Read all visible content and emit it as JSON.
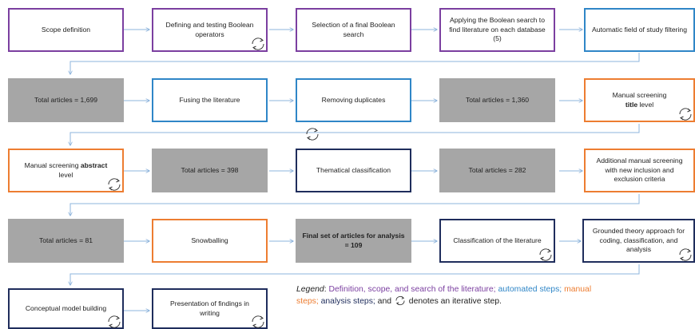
{
  "colors": {
    "definition": "#7b3fa0",
    "automated": "#2f86c7",
    "manual": "#ed7d31",
    "analysis": "#1f2d5c",
    "total": "#a6a6a6",
    "arrow": "#8eb4dc"
  },
  "steps": {
    "scope_definition": "Scope definition",
    "defining_boolean": "Defining and testing Boolean operators",
    "final_boolean": "Selection of a final Boolean search",
    "applying_boolean": "Applying the Boolean search to find literature on each database (5)",
    "automatic_filtering": "Automatic field of study filtering",
    "total_1699": "Total articles = 1,699",
    "fusing": "Fusing the literature",
    "removing_duplicates": "Removing duplicates",
    "total_1360": "Total articles = 1,360",
    "manual_title_pre": "Manual screening",
    "manual_title_bold": "title",
    "manual_title_post": " level",
    "manual_abstract_pre": "Manual screening ",
    "manual_abstract_bold": "abstract",
    "manual_abstract_post": "level",
    "total_398": "Total articles = 398",
    "thematical": "Thematical classification",
    "total_282": "Total articles = 282",
    "additional_screening": "Additional manual screening with new inclusion and exclusion criteria",
    "total_81": "Total articles = 81",
    "snowballing": "Snowballing",
    "final_set": "Final set of articles for analysis = 109",
    "classification": "Classification of the literature",
    "grounded_theory": "Grounded theory approach for coding, classification, and analysis",
    "conceptual_model": "Conceptual model building",
    "presentation": "Presentation of findings in writing"
  },
  "legend": {
    "label": "Legend",
    "colon": ": ",
    "definition": "Definition, scope, and search of the literature;",
    "automated": "automated steps;",
    "manual": "manual steps;",
    "analysis": "analysis steps;",
    "and": " and ",
    "iterative": " denotes an iterative step."
  },
  "icons": {
    "iterative": "iterative-cycle-icon",
    "arrow": "arrow-right-icon"
  }
}
